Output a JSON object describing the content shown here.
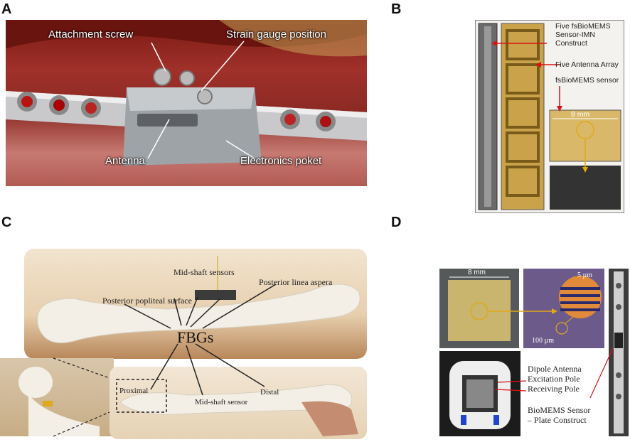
{
  "panels": {
    "A": {
      "letter": "A",
      "labels": {
        "attachment_screw": "Attachment screw",
        "strain_gauge": "Strain gauge position",
        "antenna": "Antenna",
        "electronics": "Electronics poket"
      }
    },
    "B": {
      "letter": "B",
      "labels": {
        "construct": "Five fsBioMEMS\nSensor-IMN\nConstruct",
        "antenna_array": "Five Antenna Array",
        "sensor": "fsBioMEMS sensor",
        "scale": "8 mm"
      }
    },
    "C": {
      "letter": "C",
      "labels": {
        "mid_shaft_sensors": "Mid-shaft sensors",
        "posterior_popliteal": "Posterior popliteal surface",
        "posterior_linea": "Posterior linea aspera",
        "fbgs": "FBGs",
        "proximal": "Proximal",
        "mid_shaft_sensor": "Mid-shaft sensor",
        "distal": "Distal"
      }
    },
    "D": {
      "letter": "D",
      "labels": {
        "scale_8mm": "8 mm",
        "scale_5um": "5 µm",
        "scale_100um": "100 µm",
        "dipole": "Dipole Antenna",
        "excitation": "Excitation Pole",
        "receiving": "Receiving Pole",
        "biomems": "BioMEMS Sensor",
        "plate": "– Plate Construct"
      }
    }
  },
  "colors": {
    "tissue": "#a52a2a",
    "gold": "#c9a24a",
    "bone": "#f3efe6",
    "wood": "#b8875a",
    "arrow_red": "#d11",
    "arrow_yellow": "#e0a81b"
  }
}
